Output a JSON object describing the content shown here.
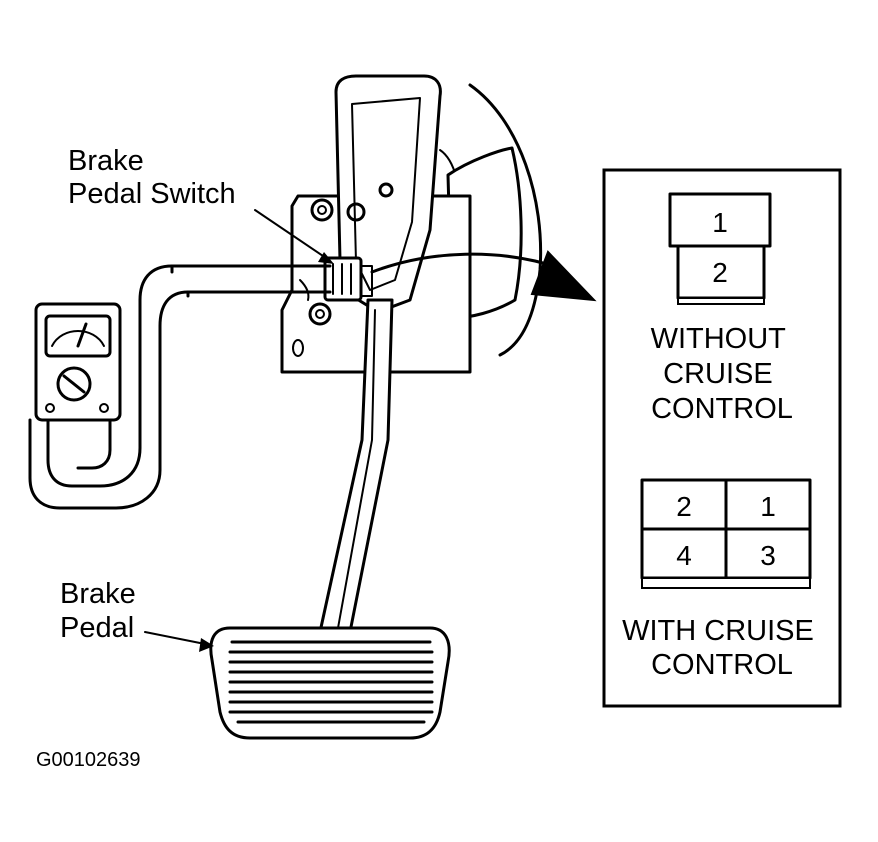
{
  "labels": {
    "brake_pedal_switch": [
      "Brake",
      "Pedal Switch"
    ],
    "brake_pedal": [
      "Brake",
      "Pedal"
    ],
    "figure_id": "G00102639"
  },
  "connector_without_cruise": {
    "pins": [
      "1",
      "2"
    ],
    "caption": [
      "WITHOUT",
      "CRUISE",
      "CONTROL"
    ]
  },
  "connector_with_cruise": {
    "pins_top": [
      "2",
      "1"
    ],
    "pins_bottom": [
      "4",
      "3"
    ],
    "caption": [
      "WITH CRUISE",
      "CONTROL"
    ]
  }
}
